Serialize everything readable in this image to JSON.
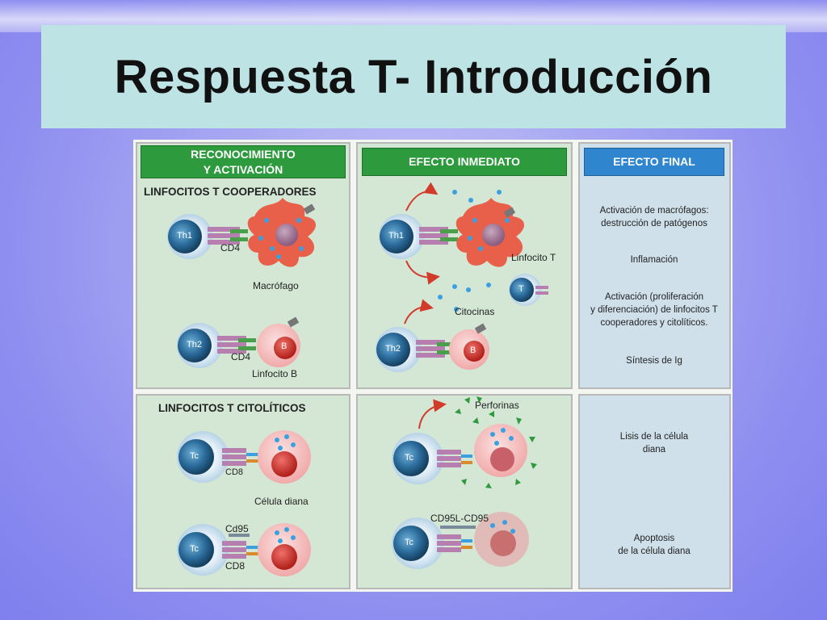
{
  "slide": {
    "title": "Respuesta T- Introducción"
  },
  "figure": {
    "col1_header_line1": "RECONOCIMIENTO",
    "col1_header_line2": "Y ACTIVACIÓN",
    "col2_header": "EFECTO INMEDIATO",
    "col3_header": "EFECTO FINAL",
    "section_helper": "LINFOCITOS T COOPERADORES",
    "section_cytotoxic": "LINFOCITOS T CITOLÍTICOS",
    "cells": {
      "th1": "Th1",
      "th2": "Th2",
      "tc": "Tc",
      "t": "T",
      "b": "B"
    },
    "labels": {
      "cd4_a": "CD4",
      "cd4_b": "CD4",
      "macrofago": "Macrófago",
      "linfocito_b": "Linfocito B",
      "linfocito_t": "Linfocito T",
      "citocinas": "Citocinas",
      "cd8_a": "CD8",
      "celula_diana": "Célula diana",
      "cd95": "Cd95",
      "cd8_b": "CD8",
      "perforinas": "Perforinas",
      "cd95l_cd95": "CD95L-CD95"
    },
    "effects": {
      "e1_line1": "Activación de macrófagos:",
      "e1_line2": "destrucción de patógenos",
      "e2": "Inflamación",
      "e3_line1": "Activación (proliferación",
      "e3_line2": "y diferenciación) de linfocitos T",
      "e3_line3": "cooperadores y citolíticos.",
      "e4": "Síntesis de Ig",
      "e5_line1": "Lisis de la célula",
      "e5_line2": "diana",
      "e6_line1": "Apoptosis",
      "e6_line2": "de la célula diana"
    }
  },
  "colors": {
    "panel_green": "#d4e7d4",
    "panel_blue": "#cfe0ea",
    "header_green": "#2e9a3e",
    "header_blue": "#2f86cf",
    "title_box": "#bde3e4",
    "macrophage": "#e8604a",
    "arrow": "#d23a2a"
  }
}
